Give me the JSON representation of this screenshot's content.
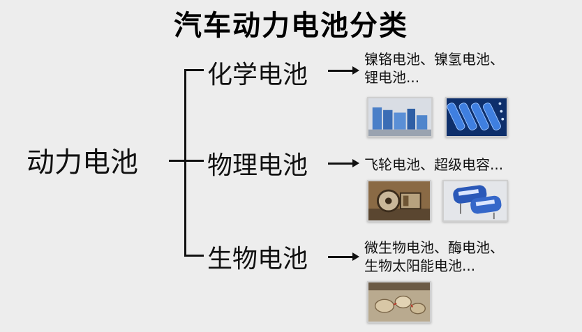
{
  "title": "汽车动力电池分类",
  "root": "动力电池",
  "categories": [
    {
      "label": "化学电池",
      "examples": [
        "镍铬电池、镍氢电池、",
        "锂电池..."
      ]
    },
    {
      "label": "物理电池",
      "examples": [
        "飞轮电池、超级电容..."
      ]
    },
    {
      "label": "生物电池",
      "examples": [
        "微生物电池、酶电池、",
        "生物太阳能电池..."
      ]
    }
  ],
  "images": {
    "chem_1": "battery-pack-photo",
    "chem_2": "lithium-cells-photo",
    "phys_1": "flywheel-photo",
    "phys_2": "supercapacitor-photo",
    "bio_1": "bio-battery-photo"
  },
  "colors": {
    "background": "#ededed",
    "text": "#111111"
  }
}
